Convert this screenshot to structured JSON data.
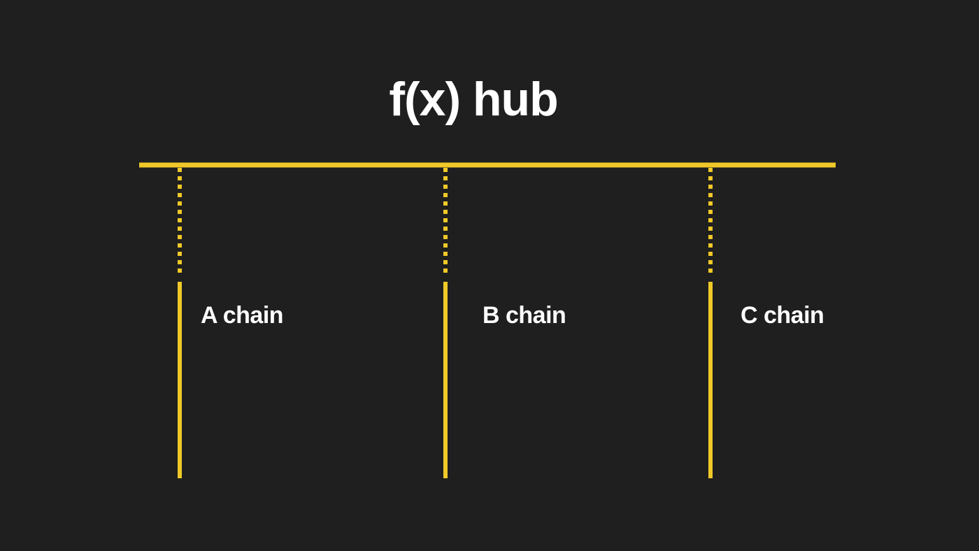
{
  "hub": {
    "title": "f(x) hub"
  },
  "chains": [
    {
      "label": "A chain"
    },
    {
      "label": "B chain"
    },
    {
      "label": "C chain"
    }
  ],
  "colors": {
    "background": "#1f1f1f",
    "line": "#f0c929",
    "text": "#ffffff"
  }
}
